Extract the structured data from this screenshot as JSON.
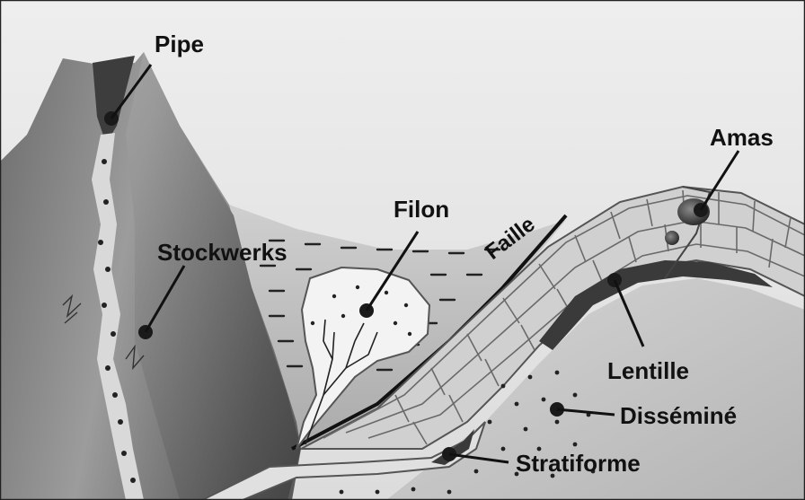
{
  "diagram": {
    "labels": {
      "pipe": "Pipe",
      "amas": "Amas",
      "filon": "Filon",
      "faille": "Faille",
      "stockwerks": "Stockwerks",
      "lentille": "Lentille",
      "dissemine": "Disséminé",
      "stratiforme": "Stratiforme"
    },
    "colors": {
      "background_sky": "#e6e6e6",
      "mountain": "#9a9a9a",
      "shale_basin": "#bdbdbd",
      "limestone": "#cdcdcd",
      "vein_fill": "#f2f2f2",
      "ore_body": "#3a3a3a"
    }
  }
}
